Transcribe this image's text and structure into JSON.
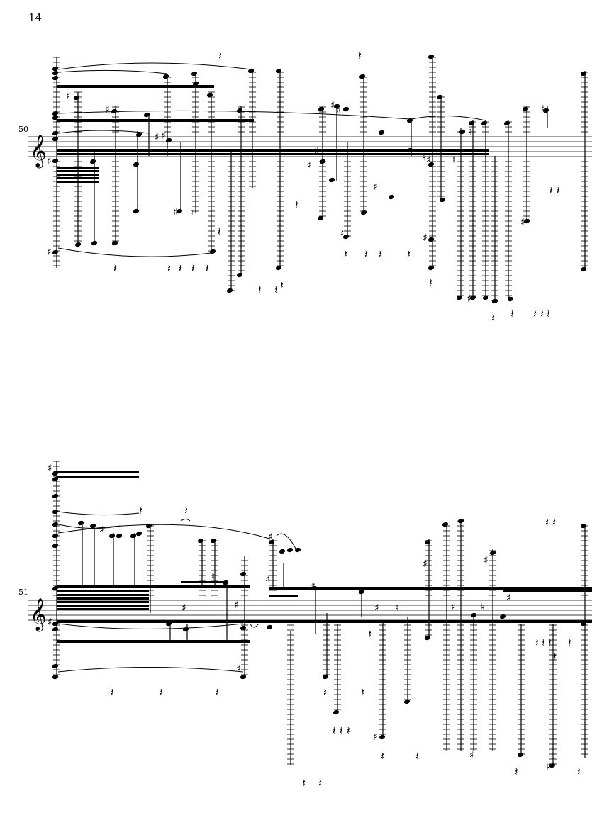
{
  "page": {
    "number": "14"
  },
  "systems": [
    {
      "measure_number": "50",
      "clef": "treble"
    },
    {
      "measure_number": "51",
      "clef": "treble"
    }
  ],
  "colors": {
    "ink": "#000000",
    "paper": "#ffffff"
  }
}
